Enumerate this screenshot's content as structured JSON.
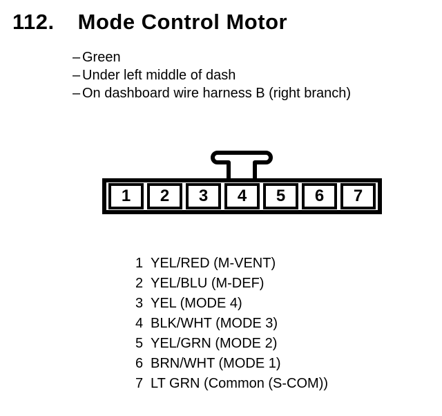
{
  "page": {
    "title_number": "112.",
    "title": "Mode Control Motor",
    "bullet_dash": "–",
    "bullets": [
      "Green",
      "Under left middle of dash",
      "On dashboard wire harness B (right branch)"
    ],
    "connector": {
      "pins": [
        "1",
        "2",
        "3",
        "4",
        "5",
        "6",
        "7"
      ]
    },
    "pin_list": [
      {
        "num": "1",
        "label": "YEL/RED (M-VENT)"
      },
      {
        "num": "2",
        "label": "YEL/BLU (M-DEF)"
      },
      {
        "num": "3",
        "label": "YEL (MODE 4)"
      },
      {
        "num": "4",
        "label": "BLK/WHT (MODE 3)"
      },
      {
        "num": "5",
        "label": "YEL/GRN (MODE 2)"
      },
      {
        "num": "6",
        "label": "BRN/WHT (MODE 1)"
      },
      {
        "num": "7",
        "label": "LT GRN (Common (S-COM))"
      }
    ],
    "colors": {
      "ink": "#000000",
      "background": "#ffffff"
    }
  }
}
